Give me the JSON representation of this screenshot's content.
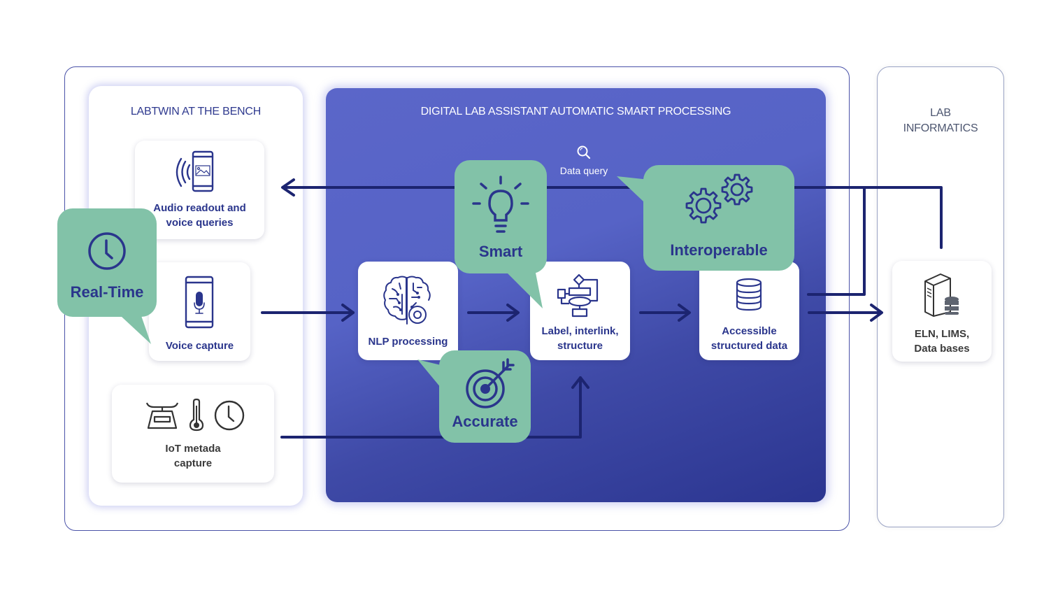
{
  "panels": {
    "bench": {
      "title": "LABTWIN AT THE BENCH"
    },
    "processing": {
      "title": "DIGITAL LAB ASSISTANT AUTOMATIC SMART PROCESSING"
    },
    "informatics": {
      "title_line1": "LAB",
      "title_line2": "INFORMATICS"
    }
  },
  "cards": {
    "audio": {
      "line1": "Audio readout and",
      "line2": "voice queries",
      "icon": "phone-sound-icon"
    },
    "voice": {
      "line1": "Voice capture",
      "icon": "phone-microphone-icon"
    },
    "iot": {
      "line1": "IoT metada",
      "line2": "capture",
      "icons": [
        "scale-icon",
        "thermometer-icon",
        "clock-icon"
      ]
    },
    "nlp": {
      "line1": "NLP processing",
      "icon": "brain-gear-icon"
    },
    "label": {
      "line1": "Label, interlink,",
      "line2": "structure",
      "icon": "flowchart-icon"
    },
    "accessible": {
      "line1": "Accessible",
      "line2": "structured data",
      "icon": "database-icon"
    },
    "eln": {
      "line1": "ELN, LIMS,",
      "line2": "Data bases",
      "icon": "server-database-icon"
    }
  },
  "bubbles": {
    "realtime": {
      "label": "Real-Time",
      "icon": "clock-icon"
    },
    "smart": {
      "label": "Smart",
      "icon": "lightbulb-icon"
    },
    "interoperable": {
      "label": "Interoperable",
      "icon": "gears-icon"
    },
    "accurate": {
      "label": "Accurate",
      "icon": "target-arrow-icon"
    }
  },
  "data_query": {
    "label": "Data query",
    "icon": "search-icon"
  },
  "colors": {
    "accent_green": "#82c2a8",
    "navy": "#1c2470",
    "text_blue": "#2a358c",
    "panel_blue": "#5663c6"
  }
}
